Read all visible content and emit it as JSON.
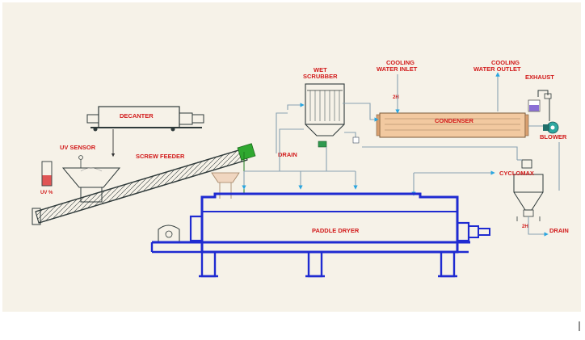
{
  "diagram": {
    "colors": {
      "background": "#f6f2e8",
      "label": "#d21a1a",
      "dryer_outline": "#1f2bd1",
      "equipment_outline": "#2f3a3a",
      "condenser_fill": "#f2c9a0",
      "feed_pipe": "#1c7a1c",
      "pipe": "#8aa3b2",
      "arrow": "#2aa6e0"
    },
    "labels": {
      "decanter": "DECANTER",
      "uv_sensor": "UV SENSOR",
      "uv_percent": "UV %",
      "screw_feeder": "SCREW FEEDER",
      "wet_scrubber_line1": "WET",
      "wet_scrubber_line2": "SCRUBBER",
      "drain_left": "DRAIN",
      "cooling_inlet_line1": "COOLING",
      "cooling_inlet_line2": "WATER INLET",
      "cooling_outlet_line1": "COOLING",
      "cooling_outlet_line2": "WATER OUTLET",
      "exhaust": "EXHAUST",
      "condenser": "CONDENSER",
      "blower": "BLOWER",
      "cyclomax": "CYCLOMAX",
      "drain_right": "DRAIN",
      "paddle_dryer": "PADDLE DRYER"
    },
    "markers": {
      "inlet_tag": "2H",
      "cyclone_tag": "2H"
    }
  }
}
